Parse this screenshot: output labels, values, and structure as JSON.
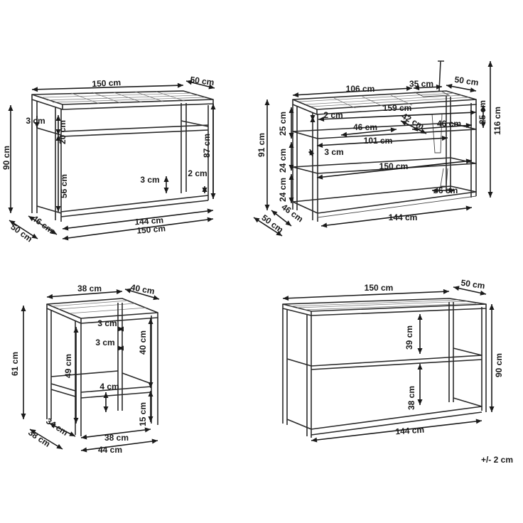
{
  "tolerance": "+/- 2 cm",
  "products": [
    {
      "id": "console-table",
      "dimensions": [
        "150 cm",
        "50 cm",
        "90 cm",
        "3 cm",
        "20 cm",
        "56 cm",
        "87 cm",
        "3 cm",
        "2 cm",
        "46 cm",
        "50 cm",
        "144 cm",
        "150 cm"
      ]
    },
    {
      "id": "kitchen-unit",
      "dimensions": [
        "106 cm",
        "35 cm",
        "50 cm",
        "116 cm",
        "2 cm",
        "159 cm",
        "42 cm",
        "25 cm",
        "25 cm",
        "46 cm",
        "46 cm",
        "101 cm",
        "91 cm",
        "24 cm",
        "3 cm",
        "150 cm",
        "24 cm",
        "⌀6 cm",
        "46 cm",
        "50 cm",
        "144 cm"
      ]
    },
    {
      "id": "bar-stool",
      "dimensions": [
        "38 cm",
        "40 cm",
        "3 cm",
        "3 cm",
        "61 cm",
        "49 cm",
        "40 cm",
        "4 cm",
        "15 cm",
        "34 cm",
        "38 cm",
        "38 cm",
        "44 cm"
      ]
    },
    {
      "id": "shelf-unit",
      "dimensions": [
        "150 cm",
        "50 cm",
        "39 cm",
        "90 cm",
        "38 cm",
        "144 cm"
      ]
    }
  ]
}
